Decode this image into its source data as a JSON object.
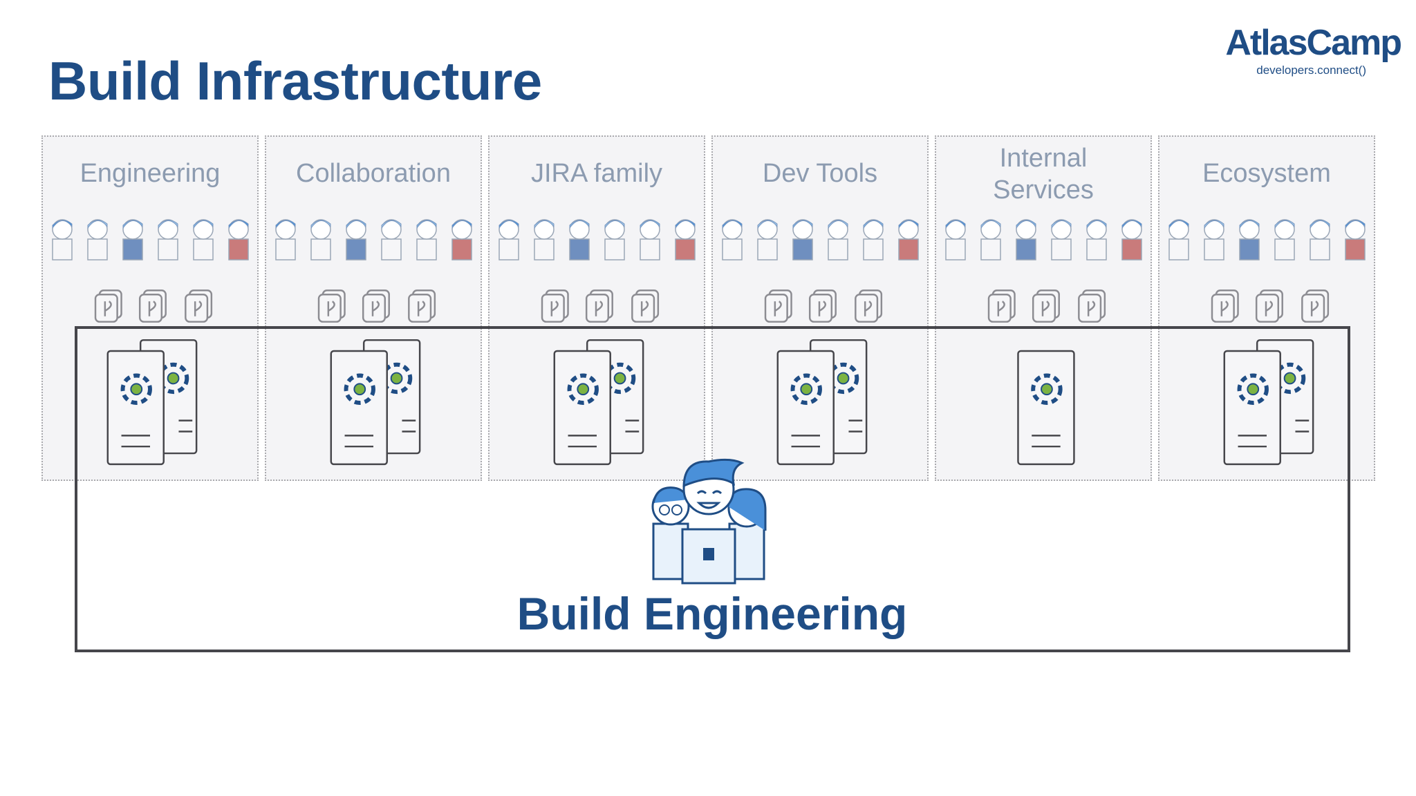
{
  "title": "Build Infrastructure",
  "logo": {
    "brand": "AtlasCamp",
    "tagline": "developers.connect()"
  },
  "columns": [
    {
      "name": "Engineering",
      "servers": 2
    },
    {
      "name": "Collaboration",
      "servers": 2
    },
    {
      "name": "JIRA family",
      "servers": 2
    },
    {
      "name": "Dev Tools",
      "servers": 2
    },
    {
      "name": "Internal Services",
      "servers": 1
    },
    {
      "name": "Ecosystem",
      "servers": 2
    }
  ],
  "build_engineering": {
    "label": "Build Engineering"
  },
  "colors": {
    "title": "#1f4d85",
    "column_label": "#8c9bb0",
    "accent_green": "#7cb342",
    "hair_blue": "#4a90d9"
  }
}
